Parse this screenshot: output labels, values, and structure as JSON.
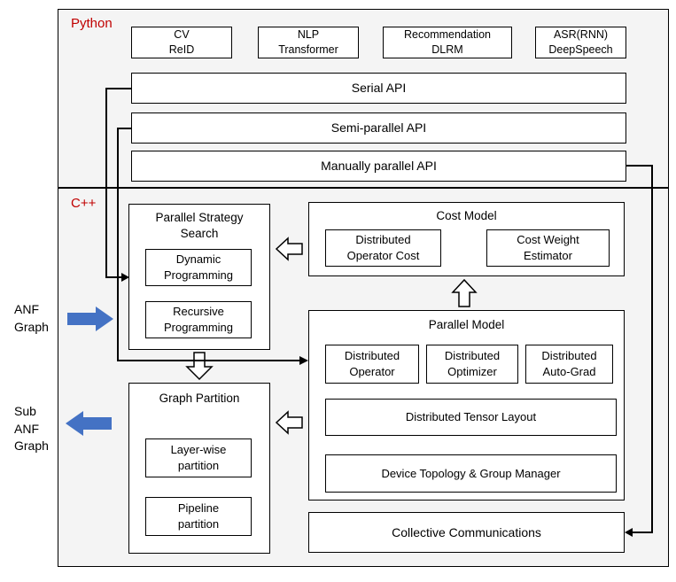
{
  "python_section": {
    "label": "Python",
    "app_boxes": [
      {
        "label": "CV\nReID"
      },
      {
        "label": "NLP\nTransformer"
      },
      {
        "label": "Recommendation\nDLRM"
      },
      {
        "label": "ASR(RNN)\nDeepSpeech"
      }
    ],
    "api_bars": [
      {
        "label": "Serial API"
      },
      {
        "label": "Semi-parallel API"
      },
      {
        "label": "Manually parallel API"
      }
    ]
  },
  "cpp_section": {
    "label": "C++",
    "parallel_strategy_search": {
      "title": "Parallel Strategy\nSearch",
      "items": [
        {
          "label": "Dynamic\nProgramming"
        },
        {
          "label": "Recursive\nProgramming"
        }
      ]
    },
    "cost_model": {
      "title": "Cost Model",
      "items": [
        {
          "label": "Distributed\nOperator Cost"
        },
        {
          "label": "Cost Weight\nEstimator"
        }
      ]
    },
    "parallel_model": {
      "title": "Parallel Model",
      "row_items": [
        {
          "label": "Distributed\nOperator"
        },
        {
          "label": "Distributed\nOptimizer"
        },
        {
          "label": "Distributed\nAuto-Grad"
        }
      ],
      "wide_items": [
        {
          "label": "Distributed Tensor Layout"
        },
        {
          "label": "Device Topology & Group Manager"
        }
      ]
    },
    "graph_partition": {
      "title": "Graph Partition",
      "items": [
        {
          "label": "Layer-wise\npartition"
        },
        {
          "label": "Pipeline\npartition"
        }
      ]
    },
    "collective_communications": {
      "label": "Collective Communications"
    }
  },
  "side_labels": {
    "anf_graph": "ANF\nGraph",
    "sub_anf_graph": "Sub\nANF\nGraph"
  },
  "colors": {
    "section_label": "#C00000",
    "solid_arrow": "#4472C4",
    "box_border": "#000000",
    "section_bg": "#F4F4F4",
    "box_bg": "#FFFFFF"
  }
}
